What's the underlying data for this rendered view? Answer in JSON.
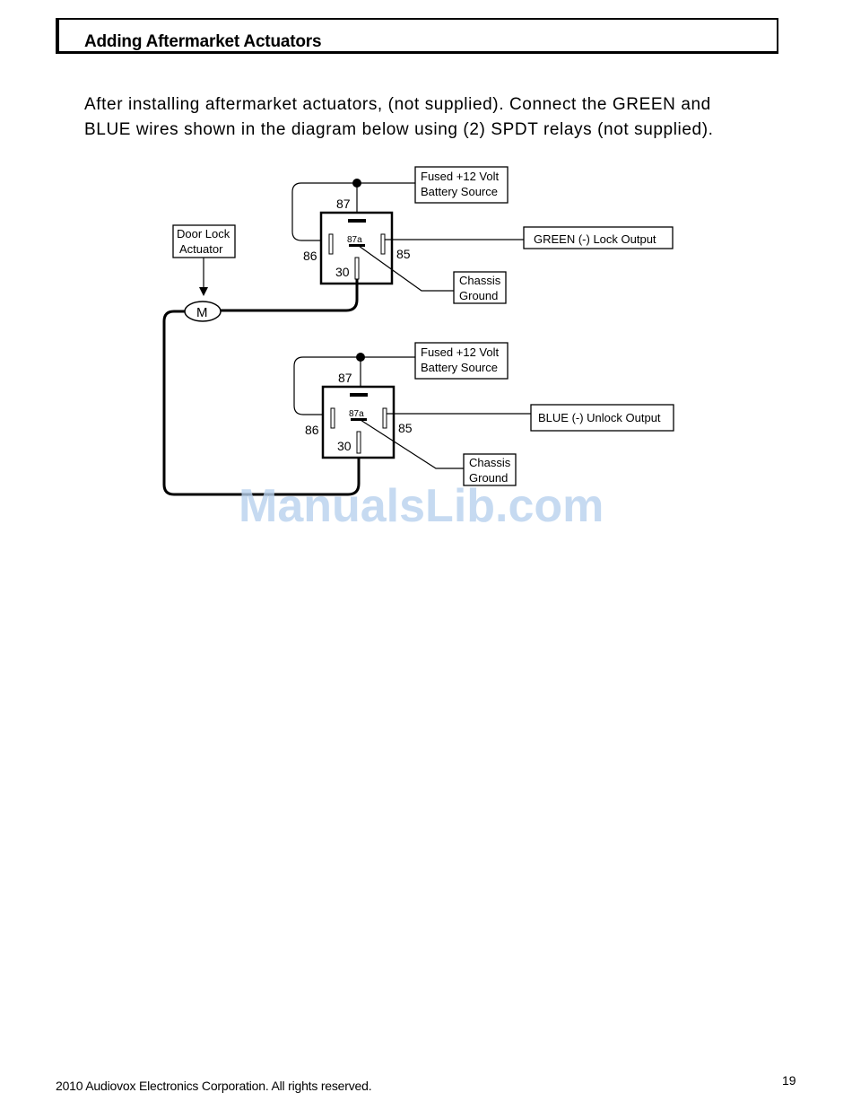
{
  "header": {
    "title": "Adding Aftermarket Actuators"
  },
  "intro": {
    "line1": "After installing aftermarket actuators, (not supplied).  Connect the GREEN and",
    "line2": "BLUE wires shown in the diagram below using (2) SPDT relays (not supplied)."
  },
  "diagram": {
    "actuator_label_1": "Door Lock",
    "actuator_label_2": "Actuator",
    "motor": "M",
    "relay_top": {
      "source_1": "Fused +12 Volt",
      "source_2": "Battery Source",
      "output": "GREEN (-) Lock Output",
      "ground_1": "Chassis",
      "ground_2": "Ground",
      "pin_87": "87",
      "pin_87a": "87a",
      "pin_86": "86",
      "pin_85": "85",
      "pin_30": "30"
    },
    "relay_bottom": {
      "source_1": "Fused +12 Volt",
      "source_2": "Battery Source",
      "output": "BLUE (-) Unlock Output",
      "ground_1": "Chassis",
      "ground_2": "Ground",
      "pin_87": "87",
      "pin_87a": "87a",
      "pin_86": "86",
      "pin_85": "85",
      "pin_30": "30"
    }
  },
  "watermark": "ManualsLib.com",
  "footer": {
    "copyright": "2010 Audiovox Electronics Corporation. All rights reserved.",
    "page_number": "19"
  }
}
